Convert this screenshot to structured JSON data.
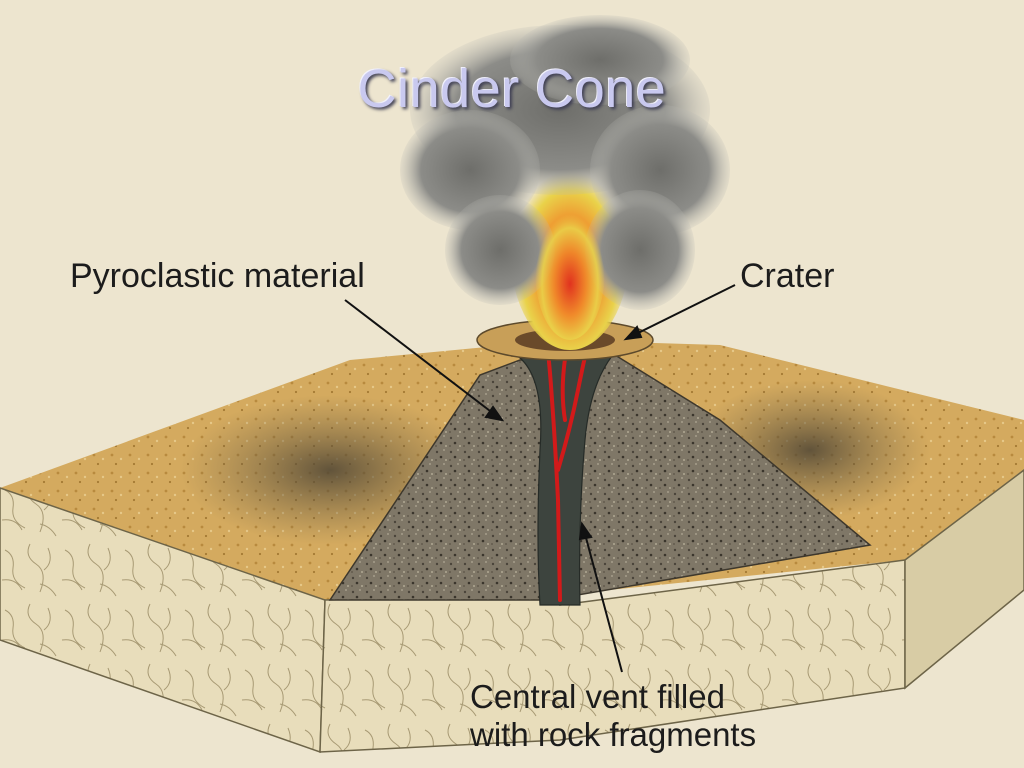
{
  "title": "Cinder Cone",
  "labels": {
    "pyroclastic": "Pyroclastic material",
    "crater": "Crater",
    "vent_line1": "Central vent filled",
    "vent_line2": "with rock fragments"
  },
  "colors": {
    "background": "#ede5cf",
    "surface_sand": "#d7ad62",
    "cross_section": "#e7dcb9",
    "cone_interior": "#7d7566",
    "vent": "#3f463f",
    "magma": "#d21a1a",
    "smoke": "#8a8a86",
    "title": "#c9c9ef"
  }
}
